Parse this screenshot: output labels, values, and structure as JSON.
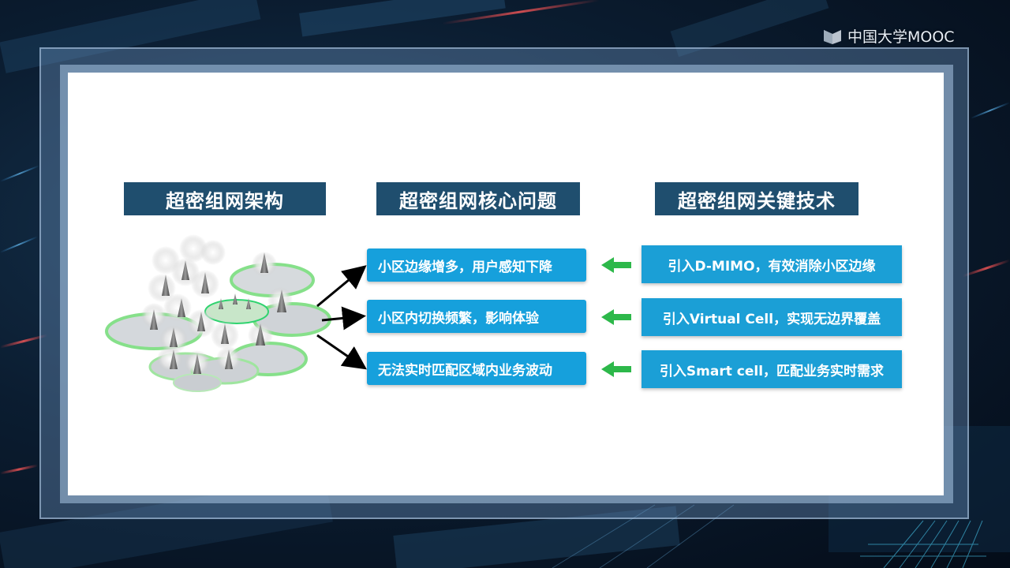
{
  "brand": {
    "logo_text": "中国大学MOOC",
    "logo_icon": "mooc-logo-icon"
  },
  "colors": {
    "header_bg": "#1f4e6e",
    "issue_box": "#16a0dc",
    "tech_box": "#1b9fd6",
    "arrow_black": "#000000",
    "arrow_green": "#2db84a"
  },
  "columns": {
    "architecture": {
      "title": "超密组网架构",
      "illustration": "ultra-dense-network-illustration"
    },
    "issues": {
      "title": "超密组网核心问题",
      "items": [
        "小区边缘增多，用户感知下降",
        "小区内切换频繁，影响体验",
        "无法实时匹配区域内业务波动"
      ]
    },
    "technologies": {
      "title": "超密组网关键技术",
      "items": [
        "引入D-MIMO，有效消除小区边缘",
        "引入Virtual Cell，实现无边界覆盖",
        "引入Smart cell，匹配业务实时需求"
      ]
    }
  }
}
